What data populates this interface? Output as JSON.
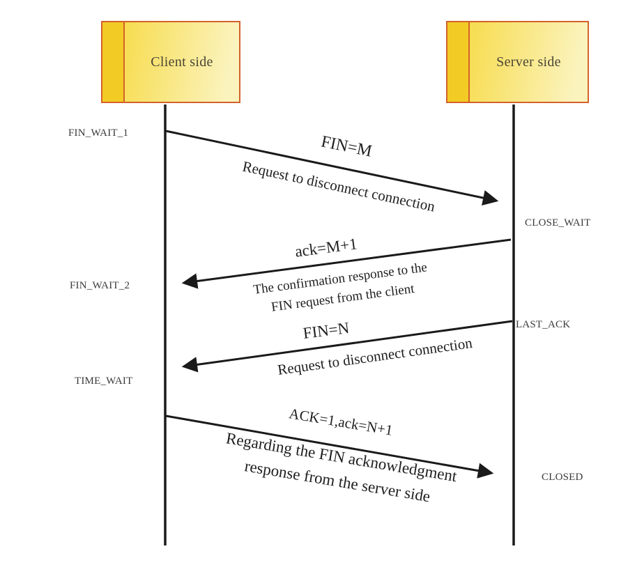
{
  "diagram": {
    "actors": {
      "client": {
        "label": "Client side"
      },
      "server": {
        "label": "Server side"
      }
    },
    "states": {
      "fin_wait_1": "FIN_WAIT_1",
      "close_wait": "CLOSE_WAIT",
      "fin_wait_2": "FIN_WAIT_2",
      "last_ack": "LAST_ACK",
      "time_wait": "TIME_WAIT",
      "closed": "CLOSED"
    },
    "messages": {
      "m1": {
        "label": "FIN=M",
        "desc": "Request to disconnect connection",
        "direction": "client-to-server"
      },
      "m2": {
        "label": "ack=M+1",
        "desc_line1": "The confirmation response to the",
        "desc_line2": "FIN request from the client",
        "direction": "server-to-client"
      },
      "m3": {
        "label": "FIN=N",
        "desc": "Request to disconnect connection",
        "direction": "server-to-client"
      },
      "m4": {
        "label": "ACK=1,ack=N+1",
        "desc_line1": "Regarding the FIN acknowledgment",
        "desc_line2": "response from the server side",
        "direction": "client-to-server"
      }
    }
  },
  "colors": {
    "box_border": "#d2622a",
    "box_stripe": "#f3cb25",
    "box_fill_dark": "#f6d83a",
    "box_fill_light": "#fbf3bd",
    "line": "#1a1a1a"
  }
}
